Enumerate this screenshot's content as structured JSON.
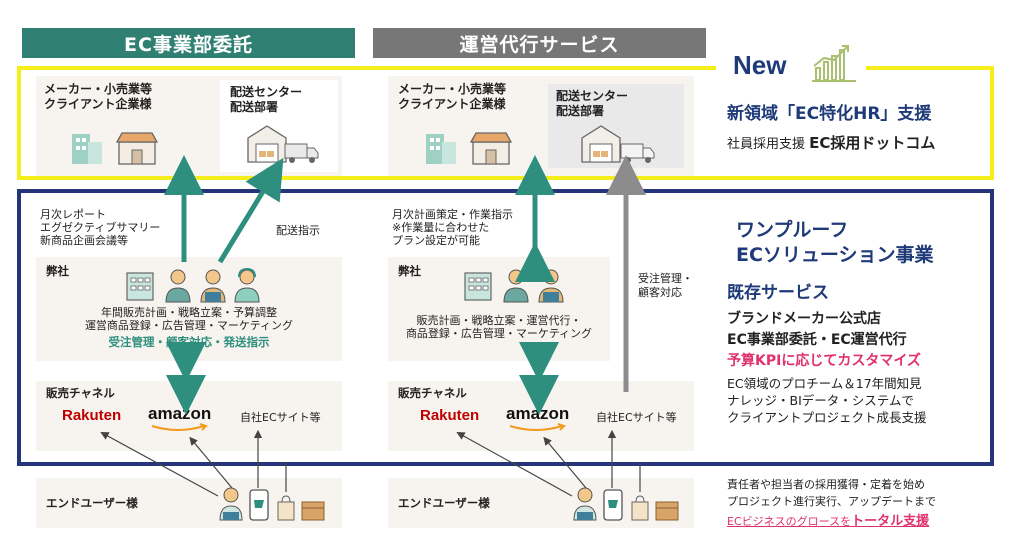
{
  "headers": {
    "left": "EC事業部委託",
    "right": "運営代行サービス"
  },
  "new_badge": "New",
  "left": {
    "maker": [
      "メーカー・小売業等",
      "クライアント企業様"
    ],
    "center": [
      "配送センター",
      "配送部署"
    ],
    "report": [
      "月次レポート",
      "エグゼクティブサマリー",
      "新商品企画会議等"
    ],
    "shipping_instruction": "配送指示",
    "company": "弊社",
    "tasks": [
      "年間販売計画・戦略立案・予算調整",
      "運営商品登録・広告管理・マーケティング"
    ],
    "tasks_highlight": "受注管理・顧客対応・発送指示",
    "channel": "販売チャネル",
    "rakuten": "Rakuten",
    "amazon": "amazon",
    "own_site": "自社ECサイト等",
    "end_user": "エンドユーザー様"
  },
  "right": {
    "maker": [
      "メーカー・小売業等",
      "クライアント企業様"
    ],
    "center": [
      "配送センター",
      "配送部署"
    ],
    "plan": [
      "月次計画策定・作業指示",
      "※作業量に合わせた",
      "プラン設定が可能"
    ],
    "order_mgmt": [
      "受注管理・",
      "顧客対応"
    ],
    "company": "弊社",
    "tasks": [
      "販売計画・戦略立案・運営代行・",
      "商品登録・広告管理・マーケティング"
    ],
    "channel": "販売チャネル",
    "rakuten": "Rakuten",
    "amazon": "amazon",
    "own_site": "自社ECサイト等",
    "end_user": "エンドユーザー様"
  },
  "side": {
    "new_domain": "新領域「EC特化HR」支援",
    "hr_support_label": "社員採用支援",
    "hr_site": "EC採用ドットコム",
    "business_title": [
      "ワンプルーフ",
      "ECソリューション事業"
    ],
    "existing": "既存サービス",
    "svc1": "ブランドメーカー公式店",
    "svc2": "EC事業部委託・EC運営代行",
    "svc3": "予算KPIに応じてカスタマイズ",
    "desc": [
      "EC領域のプロチーム＆17年間知見",
      "ナレッジ・BIデータ・システムで",
      "クライアントプロジェクト成長支援"
    ],
    "bottom": [
      "責任者や担当者の採用獲得・定着を始め",
      "プロジェクト進行実行、アップデートまで"
    ],
    "bottom_link_pre": "ECビジネスのグロースを",
    "bottom_link_em": "トータル支援"
  },
  "colors": {
    "teal_header": "#2f7f72",
    "gray_header": "#777777",
    "yellow_frame": "#f5ee1a",
    "navy_frame": "#24357a",
    "teal_arrow": "#2f8f7f",
    "gray_arrow": "#8c8c8c",
    "pink": "#e0306e",
    "rakuten": "#bf0000"
  }
}
